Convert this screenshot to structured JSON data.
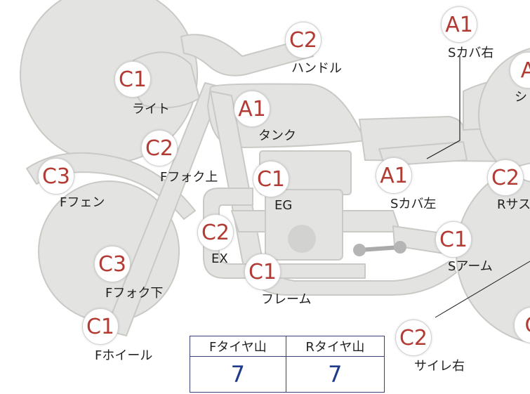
{
  "parts": [
    {
      "id": "f-wheel",
      "grade": "C1",
      "label": "Fホイール"
    },
    {
      "id": "f-fork-lower",
      "grade": "C3",
      "label": "Fフォク下"
    },
    {
      "id": "f-fender",
      "grade": "C3",
      "label": "Fフェン"
    },
    {
      "id": "f-fork-upper",
      "grade": "C2",
      "label": "Fフォク上"
    },
    {
      "id": "light",
      "grade": "C1",
      "label": "ライト"
    },
    {
      "id": "handle",
      "grade": "C2",
      "label": "ハンドル"
    },
    {
      "id": "tank",
      "grade": "A1",
      "label": "タンク"
    },
    {
      "id": "engine",
      "grade": "C1",
      "label": "EG"
    },
    {
      "id": "exhaust",
      "grade": "C2",
      "label": "EX"
    },
    {
      "id": "frame",
      "grade": "C1",
      "label": "フレーム"
    },
    {
      "id": "side-cover-left",
      "grade": "A1",
      "label": "Sカバ左"
    },
    {
      "id": "side-cover-right",
      "grade": "A1",
      "label": "Sカバ右"
    },
    {
      "id": "seat",
      "grade": "A",
      "label": "シ"
    },
    {
      "id": "rear-suspension",
      "grade": "C2",
      "label": "Rサス"
    },
    {
      "id": "swing-arm",
      "grade": "C1",
      "label": "Sアーム"
    },
    {
      "id": "silencer-right",
      "grade": "C2",
      "label": "サイレ右"
    },
    {
      "id": "rear-wheel",
      "grade": "C",
      "label": ""
    }
  ],
  "tire_table": {
    "headers": [
      "Fタイヤ山",
      "Rタイヤ山"
    ],
    "values": [
      "7",
      "7"
    ]
  },
  "colors": {
    "grade": "#b23b34",
    "value": "#1e3a8a",
    "body": "#e3e4e1",
    "outline": "#c9c9c5",
    "border": "#3a3f73"
  }
}
